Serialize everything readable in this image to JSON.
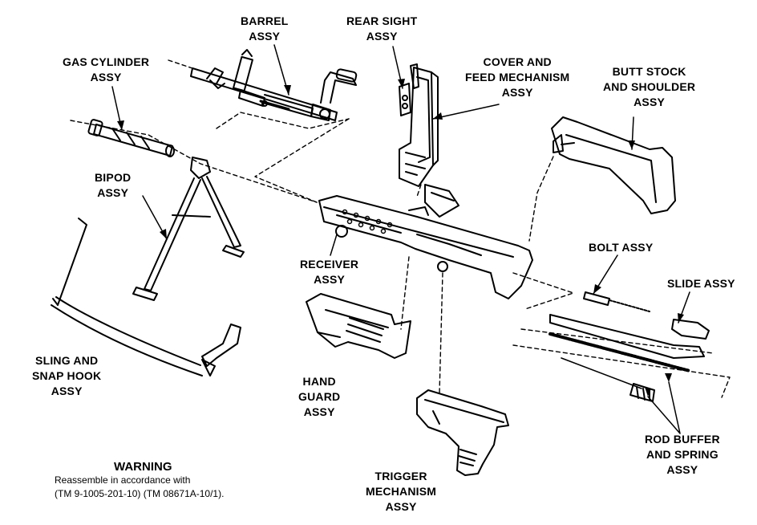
{
  "labels": {
    "barrel": [
      "BARREL",
      "ASSY"
    ],
    "rear_sight": [
      "REAR SIGHT",
      "ASSY"
    ],
    "gas_cylinder": [
      "GAS CYLINDER",
      "ASSY"
    ],
    "cover_feed": [
      "COVER AND",
      "FEED MECHANISM",
      "ASSY"
    ],
    "butt_stock": [
      "BUTT STOCK",
      "AND SHOULDER",
      "ASSY"
    ],
    "bipod": [
      "BIPOD",
      "ASSY"
    ],
    "bolt": [
      "BOLT ASSY"
    ],
    "slide": [
      "SLIDE ASSY"
    ],
    "receiver": [
      "RECEIVER",
      "ASSY"
    ],
    "sling": [
      "SLING AND",
      "SNAP HOOK",
      "ASSY"
    ],
    "hand_guard": [
      "HAND",
      "GUARD",
      "ASSY"
    ],
    "rod_buffer": [
      "ROD BUFFER",
      "AND SPRING",
      "ASSY"
    ],
    "trigger": [
      "TRIGGER",
      "MECHANISM",
      "ASSY"
    ]
  },
  "warning": {
    "title": "WARNING",
    "line1": "Reassemble in accordance with",
    "line2": "(TM 9-1005-201-10) (TM 08671A-10/1)."
  },
  "colors": {
    "ink": "#000000",
    "paper": "#ffffff"
  }
}
